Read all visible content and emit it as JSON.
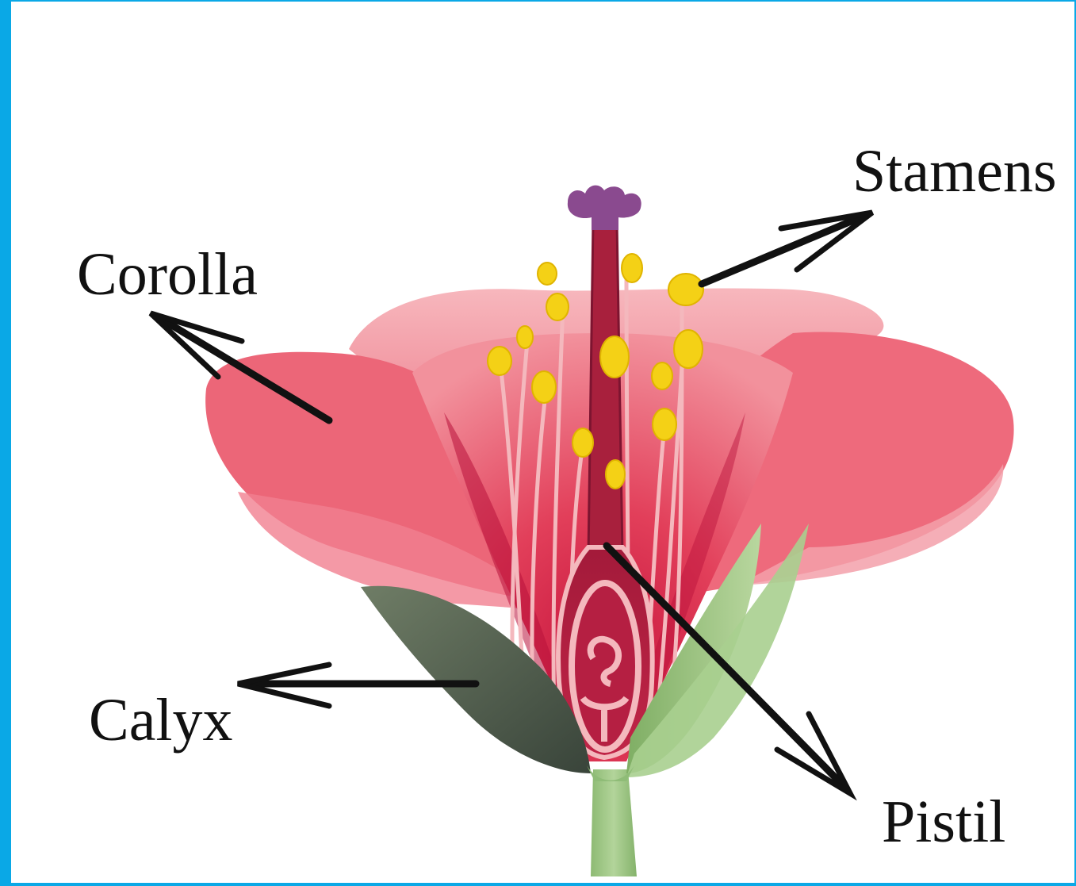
{
  "labels": {
    "stamens": "Stamens",
    "corolla": "Corolla",
    "calyx": "Calyx",
    "pistil": "Pistil"
  },
  "colors": {
    "frame": "#0aa8e6",
    "petal": "#e8475f",
    "petal_light": "#f49aa6",
    "petal_dark": "#c8163e",
    "sepal_dark": "#4d5a48",
    "sepal_light": "#9cc27f",
    "anther": "#f4d116",
    "stigma": "#8a4a8f",
    "style": "#a8203d",
    "arrow": "#111111"
  }
}
